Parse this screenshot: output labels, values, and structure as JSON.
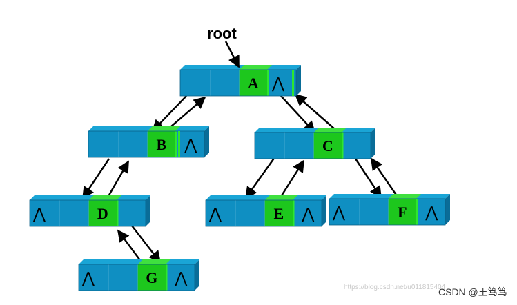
{
  "root_label": "root",
  "nodes": [
    {
      "id": "A",
      "label": "A",
      "null_glyph": "⋀"
    },
    {
      "id": "B",
      "label": "B",
      "null_glyph": "⋀"
    },
    {
      "id": "C",
      "label": "C",
      "null_glyph": ""
    },
    {
      "id": "D",
      "label": "D",
      "null_glyph": "⋀"
    },
    {
      "id": "E",
      "label": "E",
      "null_glyph": "⋀"
    },
    {
      "id": "F",
      "label": "F",
      "null_glyph": "⋀"
    },
    {
      "id": "G",
      "label": "G",
      "null_glyph": "⋀"
    }
  ],
  "edges": [
    {
      "parent": "A",
      "child": "B"
    },
    {
      "parent": "A",
      "child": "C"
    },
    {
      "parent": "B",
      "child": "D"
    },
    {
      "parent": "C",
      "child": "E"
    },
    {
      "parent": "C",
      "child": "F"
    },
    {
      "parent": "D",
      "child": "G"
    }
  ],
  "watermark": {
    "url": "https://blog.csdn.net/u011815404",
    "site": "CSDN @王笃笃"
  },
  "colors": {
    "cell": "#0f8fc2",
    "cell_top": "#1aa5d6",
    "cell_side": "#0a6d98",
    "data_cell": "#1dc71d",
    "data_cell_top": "#3fe03f",
    "data_cell_side": "#12a012",
    "separator": "#2ee62e",
    "arrow": "#000000"
  }
}
